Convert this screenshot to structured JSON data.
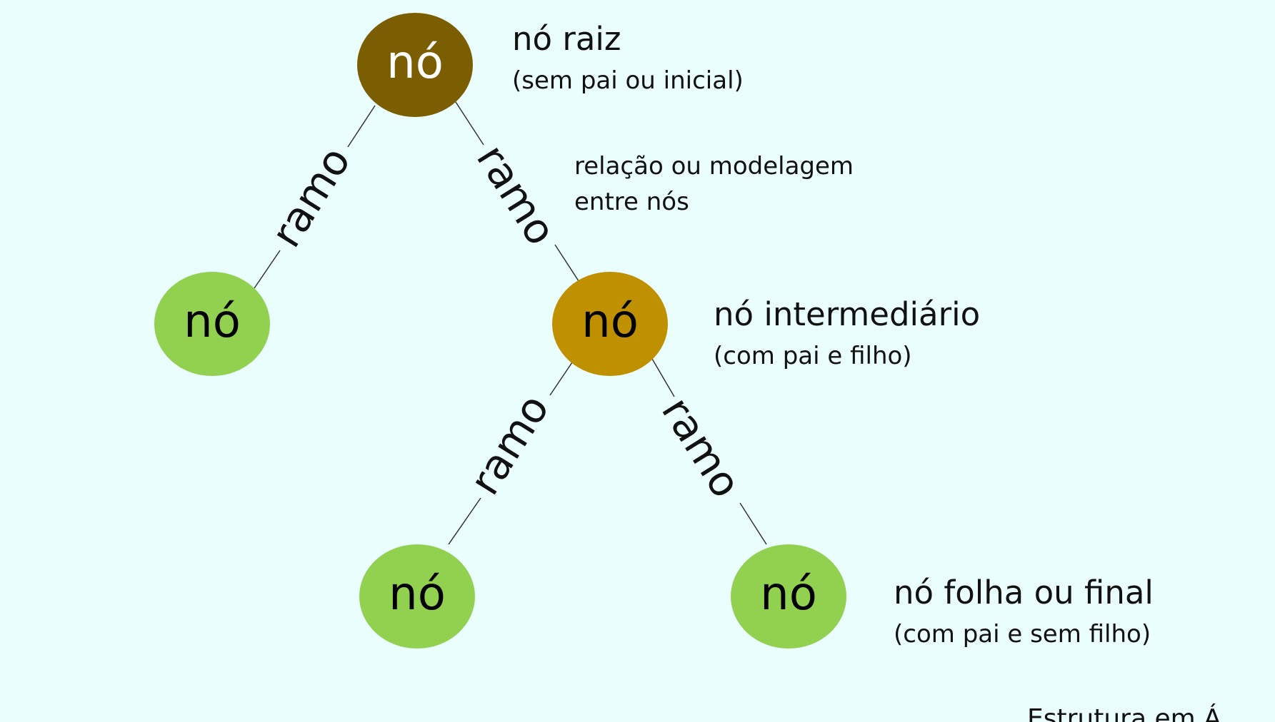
{
  "nodes": {
    "root": "nó",
    "left": "nó",
    "middle": "nó",
    "leaf_left": "nó",
    "leaf_right": "nó"
  },
  "branches": [
    "ramo",
    "ramo",
    "ramo",
    "ramo"
  ],
  "annotations": {
    "root_title": "nó raiz",
    "root_subtitle": "(sem pai ou inicial)",
    "relation_line1": "relação ou modelagem",
    "relation_line2": "entre nós",
    "intermediate_title": "nó intermediário",
    "intermediate_subtitle": "(com pai e filho)",
    "leaf_title": "nó folha ou final",
    "leaf_subtitle": "(com pai e sem filho)"
  },
  "footer": "Estrutura em Á",
  "colors": {
    "background": "#eafefd",
    "root_node": "#7a5e01",
    "intermediate_node": "#bf9000",
    "leaf_node": "#92d050",
    "edge": "#333333"
  }
}
